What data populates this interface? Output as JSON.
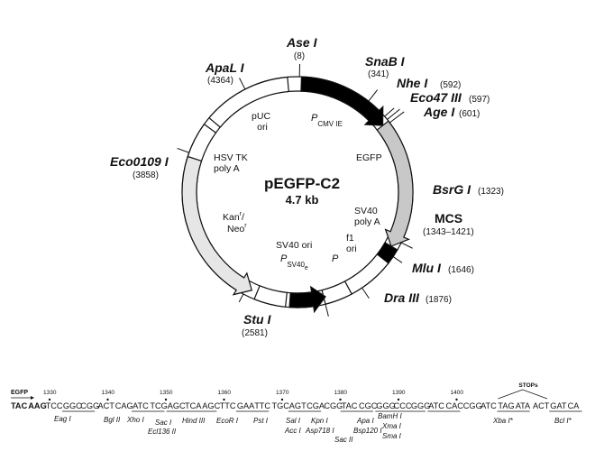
{
  "plasmid": {
    "name": "pEGFP-C2",
    "size": "4.7 kb"
  },
  "sites": [
    {
      "id": "ase",
      "name": "Ase I",
      "pos": "(8)"
    },
    {
      "id": "snab",
      "name": "SnaB I",
      "pos": "(341)"
    },
    {
      "id": "nhe",
      "name": "Nhe I",
      "pos": "(592)"
    },
    {
      "id": "eco47",
      "name": "Eco47 III",
      "pos": "(597)"
    },
    {
      "id": "age",
      "name": "Age I",
      "pos": "(601)"
    },
    {
      "id": "bsrg",
      "name": "BsrG I",
      "pos": "(1323)"
    },
    {
      "id": "mcs",
      "name": "MCS",
      "pos": "(1343–1421)"
    },
    {
      "id": "mlu",
      "name": "Mlu I",
      "pos": "(1646)"
    },
    {
      "id": "dra",
      "name": "Dra III",
      "pos": "(1876)"
    },
    {
      "id": "stu",
      "name": "Stu I",
      "pos": "(2581)"
    },
    {
      "id": "eco0109",
      "name": "Eco0109 I",
      "pos": "(3858)"
    },
    {
      "id": "apal",
      "name": "ApaL I",
      "pos": "(4364)"
    }
  ],
  "features": {
    "puc_ori": "pUC\nori",
    "pcmv": "P",
    "pcmv_sub": "CMV IE",
    "egfp": "EGFP",
    "hsv_tk": "HSV TK\npoly A",
    "sv40_polya": "SV40\npoly A",
    "f1_ori": "f1\nori",
    "kan": "Kan",
    "kan_sup": "r",
    "neo": "/\nNeo",
    "neo_sup": "r",
    "sv40_ori": "SV40 ori",
    "psv40": "P",
    "psv40_sub": "SV40",
    "psv40_subsub": "e",
    "p_small": "P"
  },
  "sequence": {
    "egfp_label": "EGFP",
    "triplets": [
      "TAC",
      "AAG",
      "TCC",
      "GGC",
      "CGG",
      "ACT",
      "CAG",
      "ATC",
      "TCG",
      "AGC",
      "TCA",
      "AGC",
      "TTC",
      "GAA",
      "TTC",
      "TGC",
      "AGT",
      "CGA",
      "CGG",
      "TAC",
      "CGC",
      "GGG",
      "CCC",
      "GGG",
      "ATC",
      "CAC",
      "CGG",
      "ATC",
      "TAG",
      "ATA",
      "ACT",
      "GAT",
      "CA"
    ],
    "numbers": [
      "1330",
      "1340",
      "1350",
      "1360",
      "1370",
      "1380",
      "1390",
      "1400"
    ],
    "stops_label": "STOPs",
    "enzymes": [
      {
        "id": "eag",
        "label": "Eag I"
      },
      {
        "id": "bgl",
        "label": "Bgl II"
      },
      {
        "id": "xho",
        "label": "Xho I"
      },
      {
        "id": "sac",
        "label": "Sac I"
      },
      {
        "id": "ecl",
        "label": "Ecl136 II"
      },
      {
        "id": "hind",
        "label": "Hind III"
      },
      {
        "id": "ecor",
        "label": "EcoR I"
      },
      {
        "id": "pst",
        "label": "Pst I"
      },
      {
        "id": "sal",
        "label": "Sal I"
      },
      {
        "id": "acc",
        "label": "Acc I"
      },
      {
        "id": "kpn",
        "label": "Kpn I"
      },
      {
        "id": "asp",
        "label": "Asp718 I"
      },
      {
        "id": "sac2",
        "label": "Sac II"
      },
      {
        "id": "apa",
        "label": "Apa I"
      },
      {
        "id": "bsp",
        "label": "Bsp120 I"
      },
      {
        "id": "bam",
        "label": "BamH I"
      },
      {
        "id": "xma",
        "label": "Xma I"
      },
      {
        "id": "sma",
        "label": "Sma I"
      },
      {
        "id": "xba",
        "label": "Xba I*"
      },
      {
        "id": "bcl",
        "label": "Bcl I*"
      }
    ]
  },
  "colors": {
    "promoter": "#000000",
    "egfp": "#c8c8c8",
    "kan": "#e6e6e6",
    "outline": "#111111"
  }
}
